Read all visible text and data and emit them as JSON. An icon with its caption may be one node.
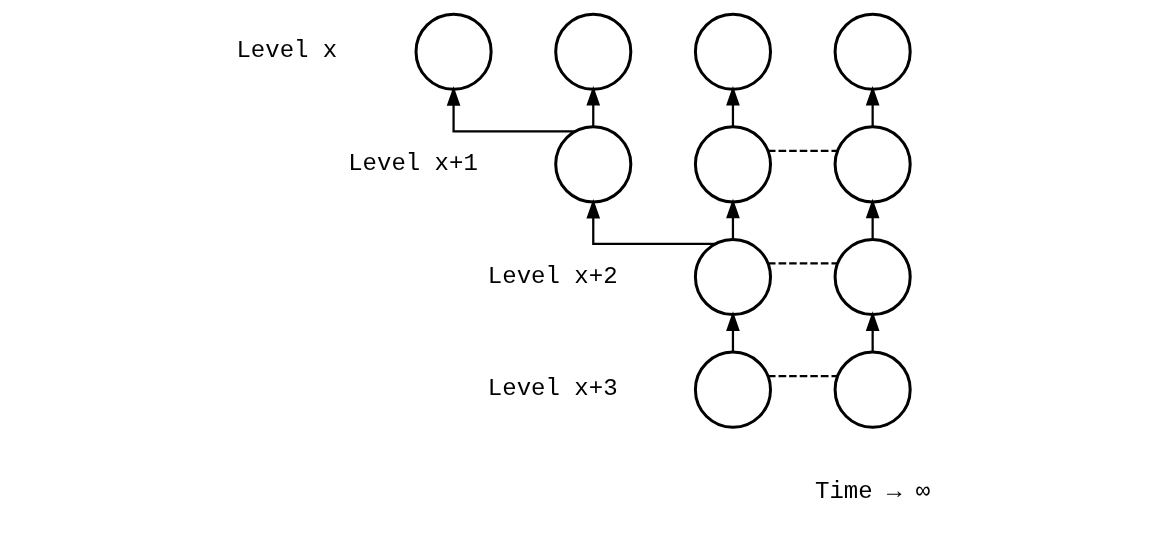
{
  "diagram": {
    "nodes": [
      {
        "text": [],
        "shape": "circle"
      },
      {
        "text": [],
        "shape": "circle"
      },
      {
        "text": [],
        "shape": "circle"
      },
      {
        "text": [],
        "shape": "circle"
      },
      {
        "text": [],
        "shape": "circle"
      },
      {
        "text": [],
        "shape": "circle"
      },
      {
        "text": [],
        "shape": "circle"
      },
      {
        "text": [],
        "shape": "circle"
      },
      {
        "text": [],
        "shape": "circle"
      },
      {
        "text": [],
        "shape": "circle"
      },
      {
        "text": [],
        "shape": "circle"
      }
    ],
    "edges": [
      {
        "from": 9,
        "to": 7,
        "arrow": "to"
      },
      {
        "from": 9,
        "to": 10,
        "arrow": "none",
        "style": "dashed"
      },
      {
        "from": 7,
        "to": 4,
        "arrow": "to"
      },
      {
        "from": 7,
        "to": 5,
        "arrow": "to"
      },
      {
        "from": 7,
        "to": 8,
        "arrow": "none",
        "style": "dashed"
      },
      {
        "from": 4,
        "to": 0,
        "arrow": "to"
      },
      {
        "from": 4,
        "to": 1,
        "arrow": "to"
      },
      {
        "from": 5,
        "to": 2,
        "arrow": "to"
      },
      {
        "from": 5,
        "to": 6,
        "arrow": "none",
        "style": "dashed"
      },
      {
        "from": 6,
        "to": 3,
        "arrow": "to"
      },
      {
        "from": 8,
        "to": 6,
        "arrow": "to"
      },
      {
        "from": 10,
        "to": 8,
        "arrow": "to"
      }
    ],
    "labels": [
      "Level x",
      "Level x+1",
      "Level x+2",
      "Level x+3",
      "Time → ∞"
    ]
  }
}
